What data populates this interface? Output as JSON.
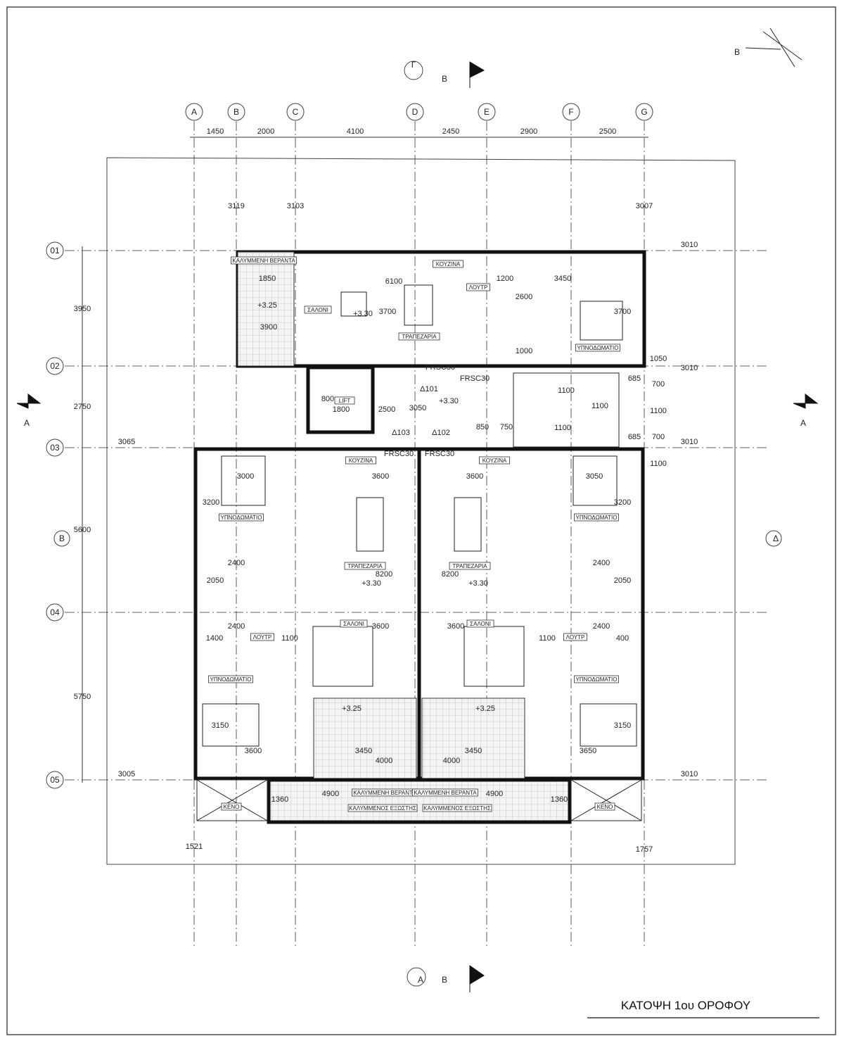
{
  "title": "ΚΑΤΟΨΗ 1ου ΟΡΟΦΟΥ",
  "north_arrow_label": "B",
  "section_markers": {
    "top_left": "Γ",
    "top_right": "B",
    "bottom_left": "A",
    "bottom_right": "B",
    "left": "A",
    "right": "A",
    "mid_left": "B",
    "mid_right": "Δ"
  },
  "grid_columns": [
    "A",
    "B",
    "C",
    "D",
    "E",
    "F",
    "G"
  ],
  "grid_rows": [
    "01",
    "02",
    "03",
    "04",
    "05"
  ],
  "column_dimensions": [
    "1450",
    "2000",
    "4100",
    "2450",
    "2900",
    "2500"
  ],
  "row_dimensions": [
    "3950",
    "2750",
    "5600",
    "5750"
  ],
  "side_dimensions": [
    "3119",
    "3103",
    "3007",
    "3010",
    "3010",
    "3065",
    "3010",
    "3005",
    "3010",
    "1521",
    "1757",
    "1050",
    "700",
    "1100",
    "700",
    "1100",
    "685",
    "685"
  ],
  "room_labels": [
    "ΚΑΛΥΜΜΕΝΗ ΒΕΡΑΝΤΑ",
    "ΣΑΛΟΝΙ",
    "ΤΡΑΠΕΖΑΡΙΑ",
    "ΚΟΥΖΙΝΑ",
    "ΥΠΝΟΔΩΜΑΤΙΟ",
    "ΚΟΥΖΙΝΑ",
    "ΚΟΥΖΙΝΑ",
    "ΥΠΝΟΔΩΜΑΤΙΟ",
    "ΥΠΝΟΔΩΜΑΤΙΟ",
    "ΤΡΑΠΕΖΑΡΙΑ",
    "ΤΡΑΠΕΖΑΡΙΑ",
    "ΣΑΛΟΝΙ",
    "ΣΑΛΟΝΙ",
    "ΥΠΝΟΔΩΜΑΤΙΟ",
    "ΥΠΝΟΔΩΜΑΤΙΟ",
    "ΚΑΛΥΜΜΕΝΗ ΒΕΡΑΝΤΑ",
    "ΚΑΛΥΜΜΕΝΗ ΒΕΡΑΝΤΑ",
    "ΚΑΛΥΜΜΕΝΟΣ ΕΞΩΣΤΗΣ",
    "ΚΑΛΥΜΜΕΝΟΣ ΕΞΩΣΤΗΣ",
    "ΚΕΝΟ",
    "ΚΕΝΟ",
    "ΛΟΥΤΡ",
    "ΛΟΥΤΡ",
    "ΛΟΥΤΡ",
    "LIFT"
  ],
  "interior_dimensions": [
    "1850",
    "3900",
    "6100",
    "3700",
    "2600",
    "3450",
    "3700",
    "1000",
    "1200",
    "+3.25",
    "+3.30",
    "800",
    "1800",
    "2500",
    "3050",
    "+3.30",
    "850",
    "750",
    "1100",
    "1100",
    "1100",
    "Δ101",
    "Δ102",
    "Δ103",
    "FRSC30",
    "FRSC30",
    "FRSC30",
    "FRSC30",
    "3000",
    "3600",
    "3600",
    "3050",
    "3200",
    "3200",
    "2400",
    "2400",
    "2050",
    "2050",
    "8200",
    "8200",
    "+3.30",
    "+3.30",
    "2400",
    "2400",
    "1400",
    "400",
    "1100",
    "1100",
    "3600",
    "3600",
    "3150",
    "3150",
    "3600",
    "3650",
    "+3.25",
    "+3.25",
    "3450",
    "3450",
    "4000",
    "4000",
    "4900",
    "4900",
    "1360",
    "1360"
  ]
}
